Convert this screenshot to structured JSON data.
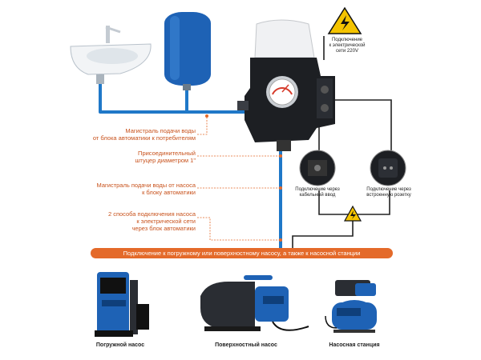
{
  "colors": {
    "accent": "#e46a2a",
    "pipe": "#1f78c8",
    "wire": "#222222",
    "tank": "#1e62b5",
    "warning": "#f5c400"
  },
  "labels": {
    "supply_to_consumers": "Магистраль подачи воды\nот блока автоматики к потребителям",
    "connector": "Присоединительный\nштуцер диаметром 1\"",
    "supply_from_pump": "Магистраль подачи воды от насоса\nк блоку автоматики",
    "two_ways": "2 способа подключения насоса\nк электрической сети\nчерез блок автоматики",
    "mains": "Подключение\nк электрической\nсети 220V",
    "cable_entry": "Подключение через\nкабельный ввод",
    "built_in_socket": "Подключение через\nвстроенную розетку"
  },
  "banner": {
    "text": "Подключение к погружному или поверхностному насосу, а также к насосной станции"
  },
  "pumps": {
    "submersible": "Погружной насос",
    "surface": "Поверхностный насос",
    "station": "Насосная станция"
  },
  "icons": {
    "warning": "high-voltage-warning-icon",
    "gauge": "pressure-gauge-icon",
    "sink": "sink-icon",
    "tank": "expansion-tank-icon"
  }
}
